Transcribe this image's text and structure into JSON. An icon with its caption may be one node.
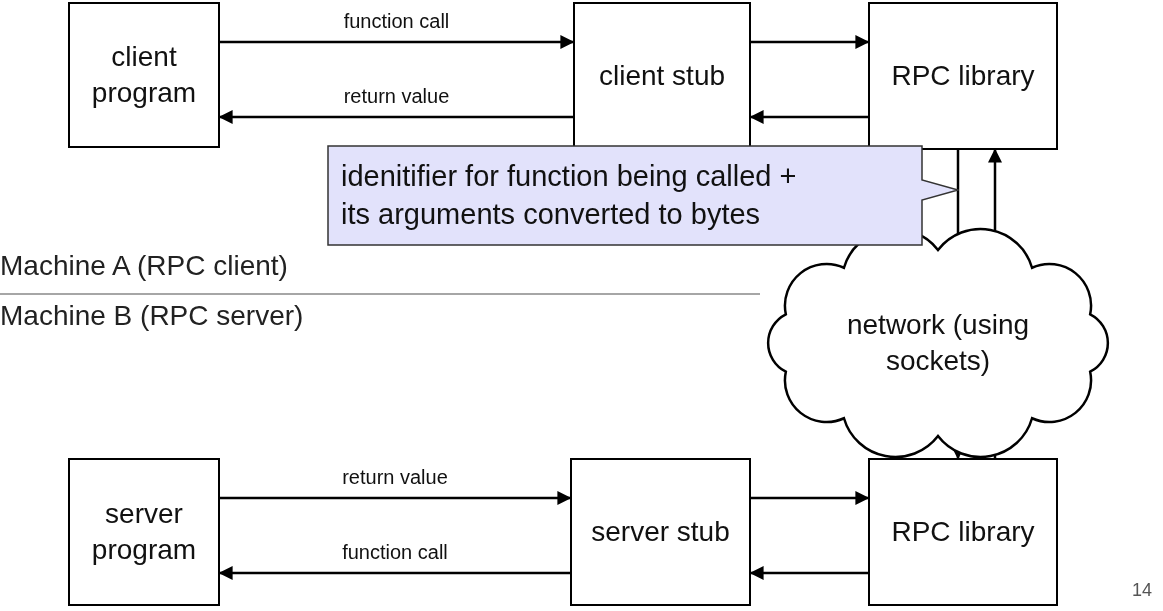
{
  "diagram": {
    "nodes": [
      {
        "text": [
          "client program"
        ]
      },
      {
        "text": [
          "client stub"
        ]
      },
      {
        "text": [
          "RPC library"
        ]
      },
      {
        "text": [
          "idenitifier for function being called + its arguments converted to bytes"
        ]
      },
      {
        "text": [
          "network (using sockets)"
        ]
      },
      {
        "text": [
          "server program"
        ]
      },
      {
        "text": [
          "server stub"
        ]
      },
      {
        "text": [
          "RPC library"
        ]
      }
    ],
    "edges": [
      {
        "from": 0,
        "to": 1,
        "arrow": "to",
        "label": "function call"
      },
      {
        "from": 1,
        "to": 0,
        "arrow": "to",
        "label": "return value"
      },
      {
        "from": 1,
        "to": 2,
        "arrow": "to"
      },
      {
        "from": 2,
        "to": 1,
        "arrow": "to"
      },
      {
        "from": 2,
        "to": 4,
        "arrow": "none"
      },
      {
        "from": 4,
        "to": 7,
        "arrow": "to"
      },
      {
        "from": 7,
        "to": 4,
        "arrow": "none"
      },
      {
        "from": 4,
        "to": 2,
        "arrow": "to"
      },
      {
        "from": 5,
        "to": 6,
        "arrow": "to",
        "label": "return value"
      },
      {
        "from": 6,
        "to": 5,
        "arrow": "to",
        "label": "function call"
      },
      {
        "from": 6,
        "to": 7,
        "arrow": "to"
      },
      {
        "from": 7,
        "to": 6,
        "arrow": "to"
      }
    ],
    "labels": [
      "Machine A (RPC client)",
      "Machine B (RPC server)",
      "14"
    ]
  }
}
